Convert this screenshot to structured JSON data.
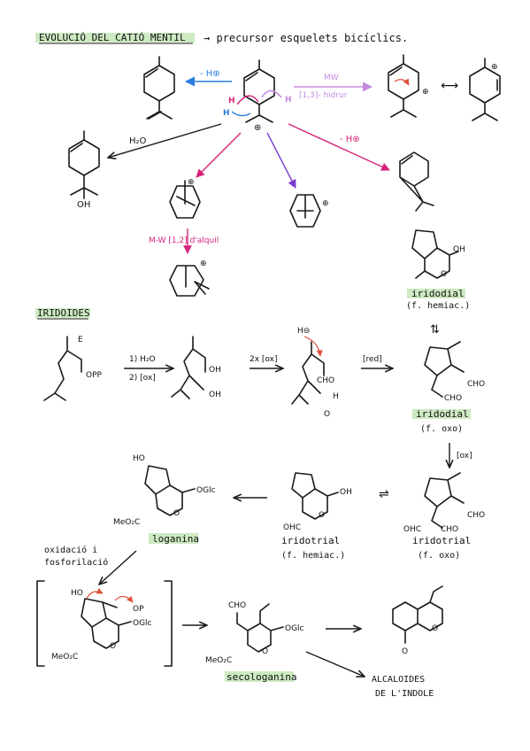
{
  "section1": {
    "title": "EVOLUCIÓ DEL CATIÓ MENTIL",
    "subtitle": "→ precursor esquelets bicíclics."
  },
  "reactions": {
    "minus_h_blue": "- H⊕",
    "mw_label": "MW",
    "mw_shift": "[1,3]- hidrur",
    "h2o": "H₂O",
    "minus_h_pink": "- H⊕",
    "mw_alkyl": "M-W  [1,2] d'alquil",
    "oh": "OH",
    "resonance": "⟷"
  },
  "section2": {
    "title": "IRIDOIDES",
    "steps": {
      "step1a": "1) H₂O",
      "step1b": "2) [ox]",
      "ox2": "2x [ox]",
      "red": "[red]",
      "ox": "[ox]"
    },
    "labels": {
      "E": "E",
      "opp": "OPP",
      "oh": "OH",
      "cho": "CHO",
      "h_minus": "H⊖",
      "h": "H",
      "o": "O",
      "ohc": "OHC",
      "ogic": "OGlc",
      "meo2c": "MeO₂C",
      "ho": "HO",
      "op": "OP"
    },
    "names": {
      "iridodial_hemiac": "iridodial",
      "iridodial_hemiac_sub": "(f. hemiac.)",
      "iridodial_oxo": "iridodial",
      "iridodial_oxo_sub": "(f. oxo)",
      "iridotrial_hemiac": "iridotrial",
      "iridotrial_hemiac_sub": "(f. hemiac.)",
      "iridotrial_oxo": "iridotrial",
      "iridotrial_oxo_sub": "(f. oxo)",
      "loganina": "loganina",
      "secologanina": "secologanina",
      "oxidation": "oxidació i",
      "oxidation2": "fosforilació",
      "alkaloids1": "ALCALOIDES",
      "alkaloids2": "DE L'INDOLE"
    }
  },
  "colors": {
    "blue": "#2a7de1",
    "pink": "#d6247a",
    "lavender": "#c58be0",
    "purple": "#7a3fd0",
    "red": "#e0503a",
    "highlight": "#cdeac2"
  }
}
